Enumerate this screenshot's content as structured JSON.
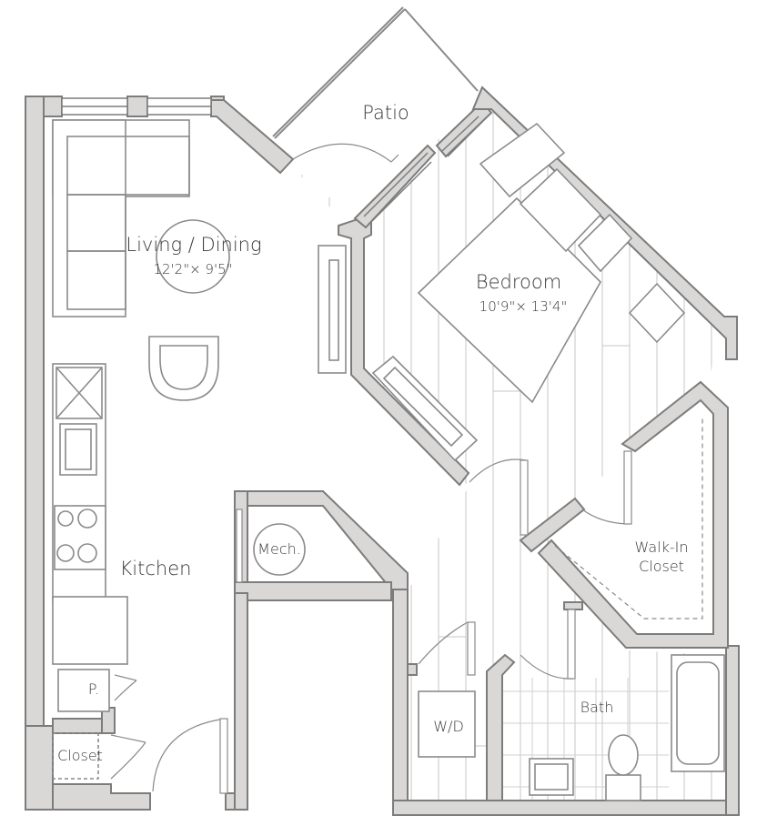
{
  "rooms": {
    "patio": {
      "name": "Patio"
    },
    "living": {
      "name": "Living / Dining",
      "dims": "12'2\"× 9'5\""
    },
    "bedroom": {
      "name": "Bedroom",
      "dims": "10'9\"× 13'4\""
    },
    "kitchen": {
      "name": "Kitchen"
    },
    "mech": {
      "name": "Mech."
    },
    "walkin": {
      "name_line1": "Walk-In",
      "name_line2": "Closet"
    },
    "wd": {
      "name": "W/D"
    },
    "bath": {
      "name": "Bath"
    },
    "pantry": {
      "name": "P."
    },
    "closet": {
      "name": "Closet"
    }
  },
  "colors": {
    "wall_fill": "#d9d8d6",
    "wall_line": "#7c7c7c",
    "floor_line": "#b8b8b8",
    "text": "#3a3a3a"
  }
}
